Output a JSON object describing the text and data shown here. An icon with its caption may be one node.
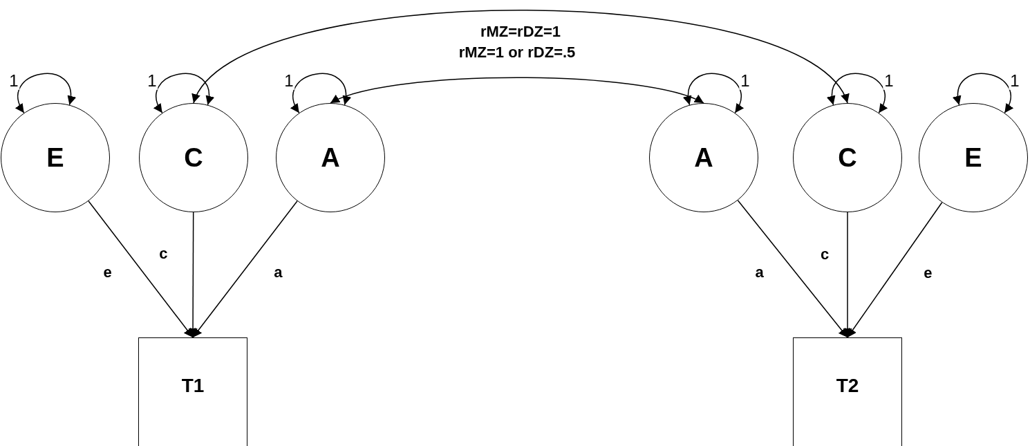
{
  "diagram": {
    "nodes": [
      {
        "text": [
          "E"
        ]
      },
      {
        "text": [
          "C"
        ]
      },
      {
        "text": [
          "A"
        ]
      },
      {
        "text": [
          "A"
        ]
      },
      {
        "text": [
          "C"
        ]
      },
      {
        "text": [
          "E"
        ]
      },
      {
        "text": [
          "T1"
        ]
      },
      {
        "text": [
          "T2"
        ]
      }
    ],
    "edges": [
      {
        "from": 0,
        "to": 0,
        "arrow": "both",
        "label": "1"
      },
      {
        "from": 1,
        "to": 1,
        "arrow": "both",
        "label": "1"
      },
      {
        "from": 2,
        "to": 2,
        "arrow": "both",
        "label": "1"
      },
      {
        "from": 3,
        "to": 3,
        "arrow": "both",
        "label": "1"
      },
      {
        "from": 4,
        "to": 4,
        "arrow": "both",
        "label": "1"
      },
      {
        "from": 5,
        "to": 5,
        "arrow": "both",
        "label": "1"
      },
      {
        "from": 1,
        "to": 4,
        "arrow": "both",
        "label": "rMZ=rDZ=1"
      },
      {
        "from": 2,
        "to": 3,
        "arrow": "both",
        "label": "rMZ=1 or rDZ=.5"
      },
      {
        "from": 0,
        "to": 6,
        "arrow": "to",
        "label": "e"
      },
      {
        "from": 1,
        "to": 6,
        "arrow": "to",
        "label": "c"
      },
      {
        "from": 2,
        "to": 6,
        "arrow": "to",
        "label": "a"
      },
      {
        "from": 3,
        "to": 7,
        "arrow": "to",
        "label": "a"
      },
      {
        "from": 4,
        "to": 7,
        "arrow": "to",
        "label": "c"
      },
      {
        "from": 5,
        "to": 7,
        "arrow": "to",
        "label": "e"
      }
    ]
  }
}
